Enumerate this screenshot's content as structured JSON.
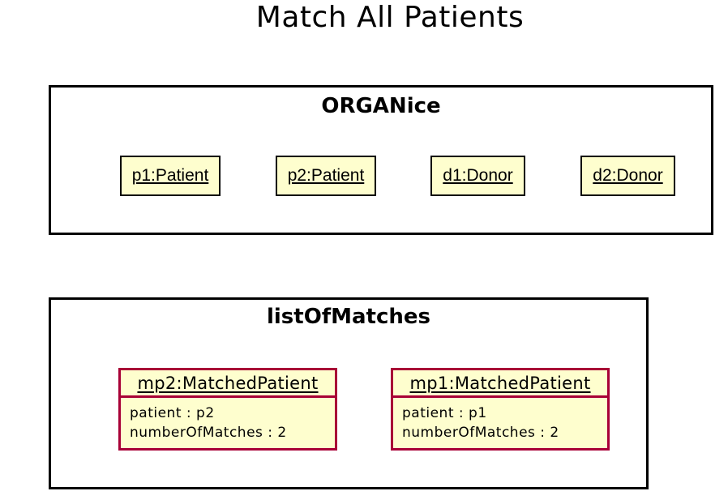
{
  "diagram": {
    "title": "Match All Patients",
    "packages": [
      {
        "label": "ORGANice",
        "objects": [
          {
            "name": "p1:Patient"
          },
          {
            "name": "p2:Patient"
          },
          {
            "name": "d1:Donor"
          },
          {
            "name": "d2:Donor"
          }
        ]
      },
      {
        "label": "listOfMatches",
        "objects": [
          {
            "name": "mp2:MatchedPatient",
            "attributes": [
              "patient : p2",
              "numberOfMatches : 2"
            ]
          },
          {
            "name": "mp1:MatchedPatient",
            "attributes": [
              "patient : p1",
              "numberOfMatches : 2"
            ]
          }
        ]
      }
    ],
    "colors": {
      "object_fill": "#fefece",
      "matched_border": "#a80036",
      "package_border": "#000000"
    }
  }
}
